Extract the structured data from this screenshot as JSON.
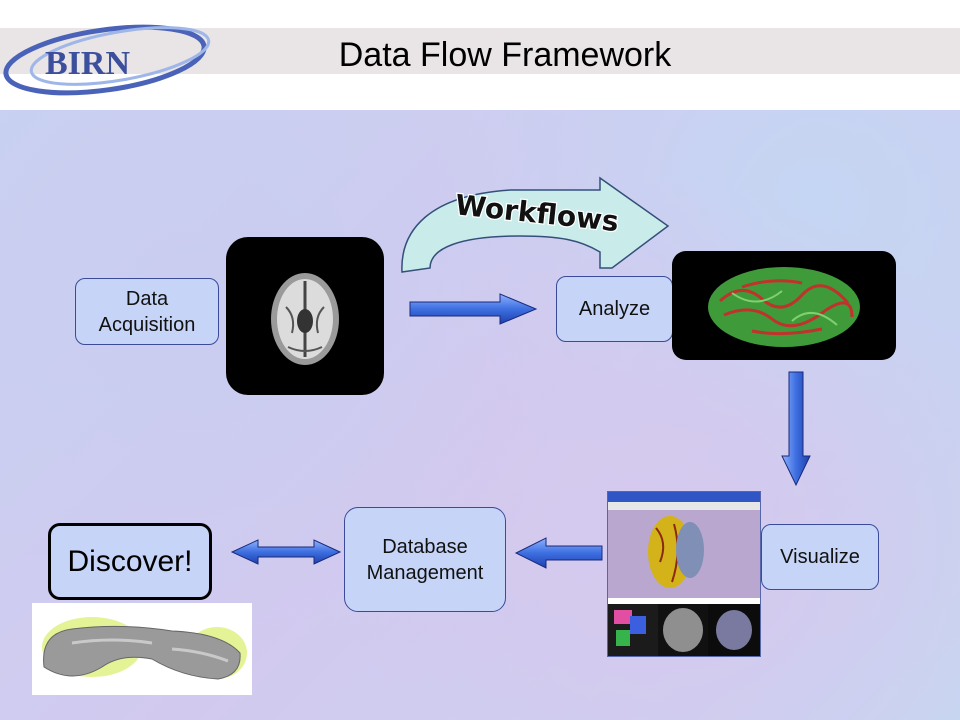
{
  "slide": {
    "title": "Data Flow Framework",
    "logo_text": "BIRN"
  },
  "flow": {
    "data_acquisition": "Data\nAcquisition",
    "analyze": "Analyze",
    "visualize": "Visualize",
    "database_management": "Database\nManagement",
    "discover": "Discover!",
    "workflows": "Workflows"
  },
  "colors": {
    "box_fill": "#c6d4f7",
    "arrow_blue": "#3d6fe0",
    "workflow_arrow": "#c9ecea"
  }
}
